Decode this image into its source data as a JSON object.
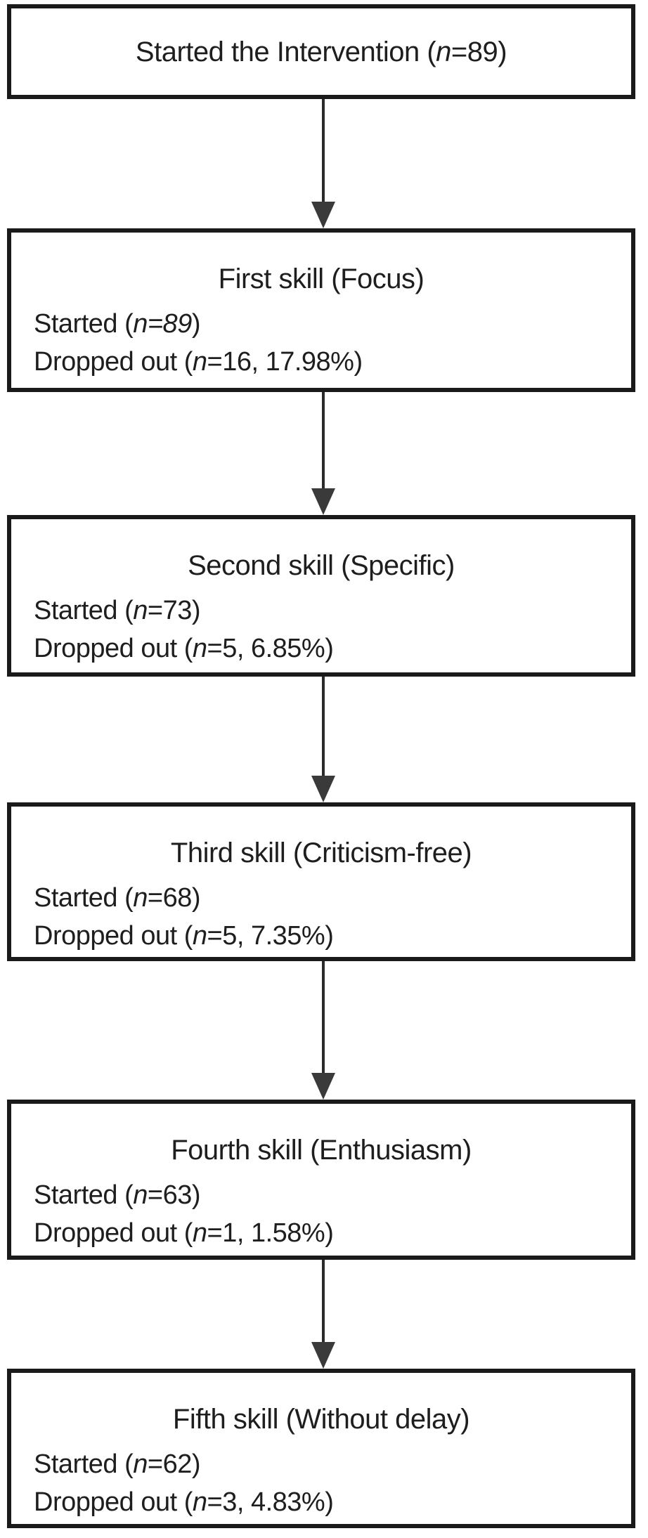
{
  "figure": {
    "type": "flowchart",
    "direction": "top-down",
    "colors": {
      "box_border": "#1a1a1a",
      "box_fill": "#ffffff",
      "arrow_shaft": "#2b2b2b",
      "arrow_head": "#3a3a3a",
      "text": "#1e1e1e"
    },
    "nodes": [
      {
        "id": "started-intervention",
        "title": {
          "pre": "Started the Intervention (",
          "italic": "n",
          "post": "=89)"
        }
      },
      {
        "id": "first-skill",
        "title": {
          "pre": "First skill (Focus)",
          "italic": "",
          "post": ""
        },
        "started": {
          "pre": "Started (",
          "italic": "n=89",
          "post": ")"
        },
        "dropped": {
          "pre": "Dropped out (",
          "italic": "n",
          "post": "=16, 17.98%)"
        }
      },
      {
        "id": "second-skill",
        "title": {
          "pre": "Second skill (Specific)",
          "italic": "",
          "post": ""
        },
        "started": {
          "pre": "Started (",
          "italic": "n",
          "post": "=73)"
        },
        "dropped": {
          "pre": "Dropped out (",
          "italic": "n",
          "post": "=5, 6.85%)"
        }
      },
      {
        "id": "third-skill",
        "title": {
          "pre": "Third skill (Criticism-free)",
          "italic": "",
          "post": ""
        },
        "started": {
          "pre": "Started (",
          "italic": "n",
          "post": "=68)"
        },
        "dropped": {
          "pre": "Dropped out (",
          "italic": "n",
          "post": "=5, 7.35%)"
        }
      },
      {
        "id": "fourth-skill",
        "title": {
          "pre": "Fourth skill (Enthusiasm)",
          "italic": "",
          "post": ""
        },
        "started": {
          "pre": "Started (",
          "italic": "n",
          "post": "=63)"
        },
        "dropped": {
          "pre": "Dropped out (",
          "italic": "n",
          "post": "=1, 1.58%)"
        }
      },
      {
        "id": "fifth-skill",
        "title": {
          "pre": "Fifth skill (Without delay)",
          "italic": "",
          "post": ""
        },
        "started": {
          "pre": "Started (",
          "italic": "n",
          "post": "=62)"
        },
        "dropped": {
          "pre": "Dropped out (",
          "italic": "n",
          "post": "=3, 4.83%)"
        }
      }
    ]
  }
}
